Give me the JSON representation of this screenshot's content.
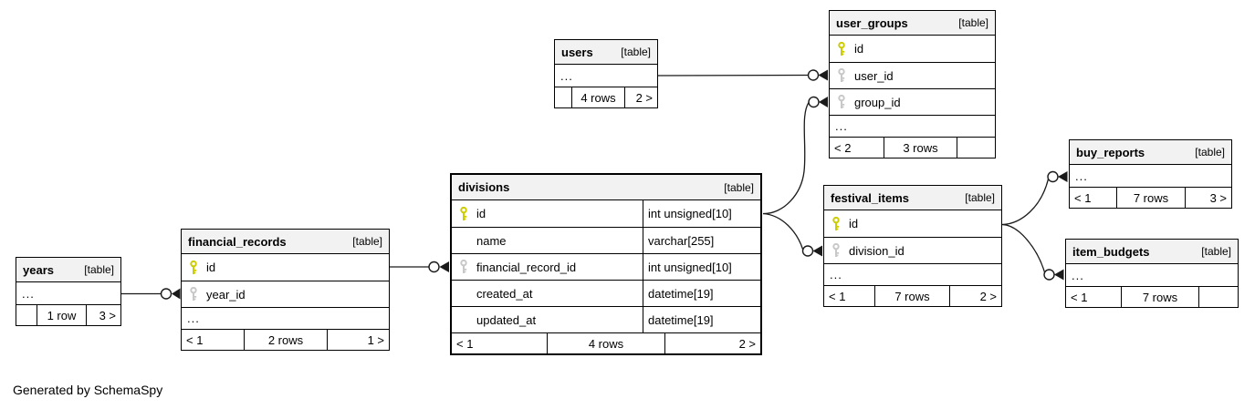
{
  "app": {
    "footer_note": "Generated by SchemaSpy"
  },
  "colors": {
    "pk_key": "#cccc00",
    "fk_key": "#c8c8c8",
    "header_bg": "#f2f2f2",
    "line": "#1a1a1a"
  },
  "tables": {
    "users": {
      "name": "users",
      "tag": "[table]",
      "ellipsis": "...",
      "footer": {
        "left": "",
        "center": "4 rows",
        "right": "2 >"
      }
    },
    "user_groups": {
      "name": "user_groups",
      "tag": "[table]",
      "ellipsis": "...",
      "columns": [
        {
          "name": "id",
          "key": "primary"
        },
        {
          "name": "user_id",
          "key": "foreign"
        },
        {
          "name": "group_id",
          "key": "foreign"
        }
      ],
      "footer": {
        "left": "< 2",
        "center": "3 rows",
        "right": ""
      }
    },
    "divisions": {
      "name": "divisions",
      "tag": "[table]",
      "columns": [
        {
          "name": "id",
          "key": "primary",
          "type": "int unsigned[10]"
        },
        {
          "name": "name",
          "key": "",
          "type": "varchar[255]"
        },
        {
          "name": "financial_record_id",
          "key": "foreign",
          "type": "int unsigned[10]"
        },
        {
          "name": "created_at",
          "key": "",
          "type": "datetime[19]"
        },
        {
          "name": "updated_at",
          "key": "",
          "type": "datetime[19]"
        }
      ],
      "footer": {
        "left": "< 1",
        "center": "4 rows",
        "right": "2 >"
      }
    },
    "financial_records": {
      "name": "financial_records",
      "tag": "[table]",
      "ellipsis": "...",
      "columns": [
        {
          "name": "id",
          "key": "primary"
        },
        {
          "name": "year_id",
          "key": "foreign"
        }
      ],
      "footer": {
        "left": "< 1",
        "center": "2 rows",
        "right": "1 >"
      }
    },
    "years": {
      "name": "years",
      "tag": "[table]",
      "ellipsis": "...",
      "footer": {
        "left": "",
        "center": "1 row",
        "right": "3 >"
      }
    },
    "festival_items": {
      "name": "festival_items",
      "tag": "[table]",
      "ellipsis": "...",
      "columns": [
        {
          "name": "id",
          "key": "primary"
        },
        {
          "name": "division_id",
          "key": "foreign"
        }
      ],
      "footer": {
        "left": "< 1",
        "center": "7 rows",
        "right": "2 >"
      }
    },
    "buy_reports": {
      "name": "buy_reports",
      "tag": "[table]",
      "ellipsis": "...",
      "footer": {
        "left": "< 1",
        "center": "7 rows",
        "right": "3 >"
      }
    },
    "item_budgets": {
      "name": "item_budgets",
      "tag": "[table]",
      "ellipsis": "...",
      "footer": {
        "left": "< 1",
        "center": "7 rows",
        "right": ""
      }
    }
  }
}
